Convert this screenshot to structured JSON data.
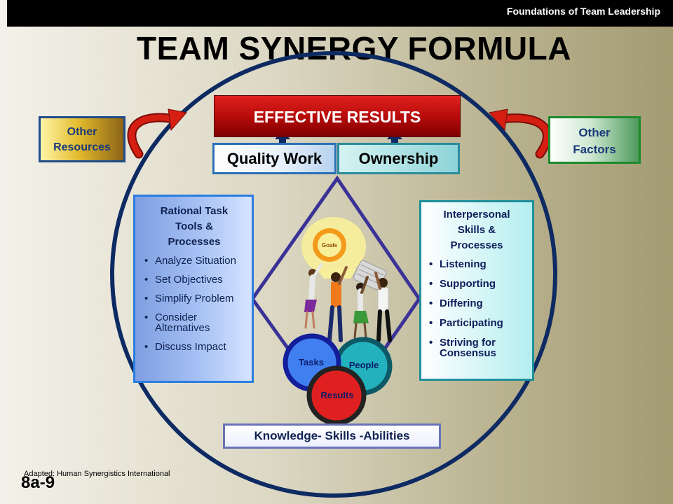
{
  "header": {
    "course": "Foundations of Team Leadership"
  },
  "title": "TEAM SYNERGY FORMULA",
  "effective_results": "EFFECTIVE RESULTS",
  "quality_work": "Quality Work",
  "ownership": "Ownership",
  "other_resources": [
    "Other",
    "Resources"
  ],
  "other_factors": [
    "Other",
    "Factors"
  ],
  "left_panel": {
    "heading": [
      "Rational Task",
      "Tools &",
      "Processes"
    ],
    "items": [
      "Analyze Situation",
      "Set Objectives",
      "Simplify Problem",
      "Consider Alternatives",
      "Discuss Impact"
    ]
  },
  "right_panel": {
    "heading": [
      "Interpersonal",
      "Skills &",
      "Processes"
    ],
    "items": [
      "Listening",
      "Supporting",
      "Differing",
      "Participating",
      "Striving for Consensus"
    ]
  },
  "bulb_label": "Goals",
  "circles": {
    "tasks": "Tasks",
    "people": "People",
    "results": "Results"
  },
  "ksa": "Knowledge- Skills -Abilities",
  "footer": {
    "credit": "Adapted: Human Synergistics International",
    "slide": "8a-9"
  },
  "colors": {
    "circle_outline": "#0e2a62",
    "diamond": "#3a3296",
    "red_arrow": "#d41f12",
    "tasks_circle": "#3f7ff0",
    "people_circle": "#23b2bd",
    "results_circle": "#e02020"
  }
}
